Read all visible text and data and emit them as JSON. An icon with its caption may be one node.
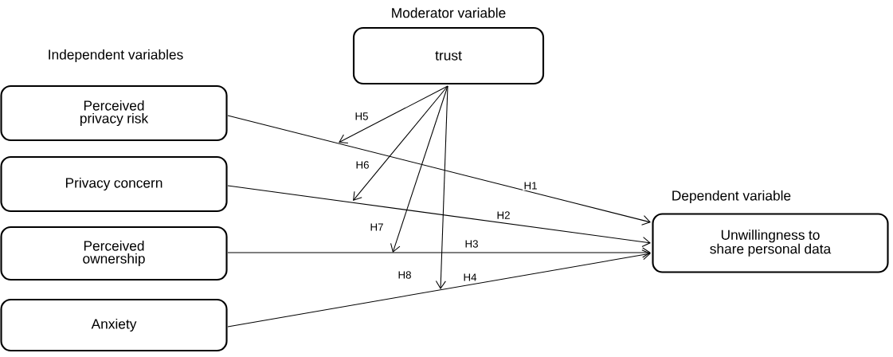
{
  "diagram": {
    "nodes": [
      {
        "text": [
          "Moderator variable",
          "trust"
        ]
      },
      {
        "text": [
          "Perceived privacy risk"
        ]
      },
      {
        "text": [
          "Privacy concern"
        ]
      },
      {
        "text": [
          "Perceived ownership"
        ]
      },
      {
        "text": [
          "Anxiety"
        ]
      },
      {
        "text": [
          "Dependent variable",
          "Unwillingness to share personal data"
        ]
      }
    ],
    "edges": [
      {
        "from": 1,
        "to": 5,
        "arrow": "to",
        "label": "H1"
      },
      {
        "from": 2,
        "to": 5,
        "arrow": "to",
        "label": "H2"
      },
      {
        "from": 3,
        "to": 5,
        "arrow": "to",
        "label": "H3"
      },
      {
        "from": 4,
        "to": 5,
        "arrow": "to",
        "label": "H4"
      },
      {
        "from": 0,
        "to": null,
        "arrow": "to",
        "label": "H5"
      },
      {
        "from": 0,
        "to": null,
        "arrow": "to",
        "label": "H6"
      },
      {
        "from": 0,
        "to": null,
        "arrow": "to",
        "label": "H7"
      },
      {
        "from": 0,
        "to": null,
        "arrow": "to",
        "label": "H8"
      }
    ],
    "labels": [
      "Independent variables"
    ]
  }
}
